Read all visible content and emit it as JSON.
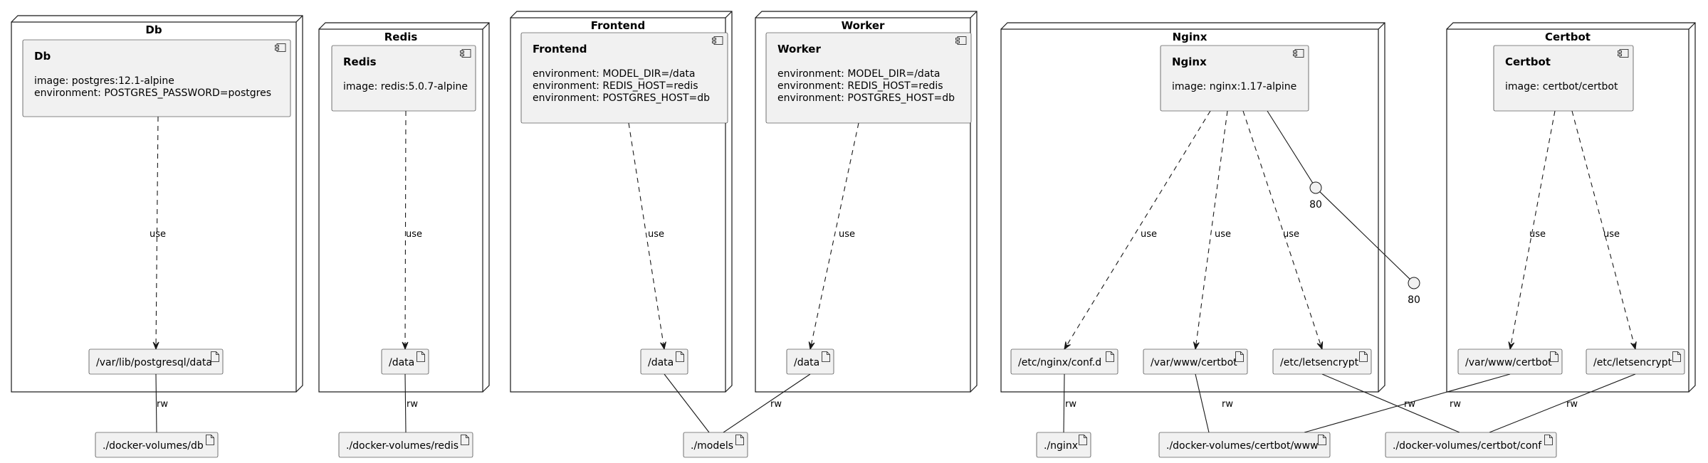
{
  "nodes": [
    {
      "id": "db",
      "title": "Db"
    },
    {
      "id": "redis",
      "title": "Redis"
    },
    {
      "id": "frontend",
      "title": "Frontend"
    },
    {
      "id": "worker",
      "title": "Worker"
    },
    {
      "id": "nginx",
      "title": "Nginx"
    },
    {
      "id": "certbot",
      "title": "Certbot"
    }
  ],
  "components": [
    {
      "id": "db",
      "title": "Db",
      "lines": [
        "image: postgres:12.1-alpine",
        "environment: POSTGRES_PASSWORD=postgres"
      ]
    },
    {
      "id": "redis",
      "title": "Redis",
      "lines": [
        "image: redis:5.0.7-alpine"
      ]
    },
    {
      "id": "frontend",
      "title": "Frontend",
      "lines": [
        "environment: MODEL_DIR=/data",
        "environment: REDIS_HOST=redis",
        "environment: POSTGRES_HOST=db"
      ]
    },
    {
      "id": "worker",
      "title": "Worker",
      "lines": [
        "environment: MODEL_DIR=/data",
        "environment: REDIS_HOST=redis",
        "environment: POSTGRES_HOST=db"
      ]
    },
    {
      "id": "nginx",
      "title": "Nginx",
      "lines": [
        "image: nginx:1.17-alpine"
      ]
    },
    {
      "id": "certbot",
      "title": "Certbot",
      "lines": [
        "image: certbot/certbot"
      ]
    }
  ],
  "artifacts": [
    {
      "id": "db_data",
      "label": "/var/lib/postgresql/data"
    },
    {
      "id": "redis_data",
      "label": "/data"
    },
    {
      "id": "frontend_data",
      "label": "/data"
    },
    {
      "id": "worker_data",
      "label": "/data"
    },
    {
      "id": "nginx_conf",
      "label": "/etc/nginx/conf.d"
    },
    {
      "id": "nginx_www",
      "label": "/var/www/certbot"
    },
    {
      "id": "nginx_le",
      "label": "/etc/letsencrypt"
    },
    {
      "id": "certbot_www",
      "label": "/var/www/certbot"
    },
    {
      "id": "certbot_le",
      "label": "/etc/letsencrypt"
    },
    {
      "id": "vol_db",
      "label": "./docker-volumes/db"
    },
    {
      "id": "vol_redis",
      "label": "./docker-volumes/redis"
    },
    {
      "id": "vol_models",
      "label": "./models"
    },
    {
      "id": "vol_nginx",
      "label": "./nginx"
    },
    {
      "id": "vol_www",
      "label": "./docker-volumes/certbot/www"
    },
    {
      "id": "vol_conf",
      "label": "./docker-volumes/certbot/conf"
    }
  ],
  "interfaces": [
    {
      "id": "port_inner",
      "label": "80"
    },
    {
      "id": "port_outer",
      "label": "80"
    }
  ],
  "relations": [
    {
      "id": "r1",
      "from": "db",
      "to": "db_data",
      "style": "dashed",
      "label": "use"
    },
    {
      "id": "r2",
      "from": "redis",
      "to": "redis_data",
      "style": "dashed",
      "label": "use"
    },
    {
      "id": "r3",
      "from": "frontend",
      "to": "frontend_data",
      "style": "dashed",
      "label": "use"
    },
    {
      "id": "r4",
      "from": "worker",
      "to": "worker_data",
      "style": "dashed",
      "label": "use"
    },
    {
      "id": "r5",
      "from": "nginx",
      "to": "nginx_conf",
      "style": "dashed",
      "label": "use"
    },
    {
      "id": "r6",
      "from": "nginx",
      "to": "nginx_www",
      "style": "dashed",
      "label": "use"
    },
    {
      "id": "r7",
      "from": "nginx",
      "to": "nginx_le",
      "style": "dashed",
      "label": "use"
    },
    {
      "id": "r8",
      "from": "certbot",
      "to": "certbot_www",
      "style": "dashed",
      "label": "use"
    },
    {
      "id": "r9",
      "from": "certbot",
      "to": "certbot_le",
      "style": "dashed",
      "label": "use"
    },
    {
      "id": "r10",
      "from": "db_data",
      "to": "vol_db",
      "style": "solid",
      "label": "rw"
    },
    {
      "id": "r11",
      "from": "redis_data",
      "to": "vol_redis",
      "style": "solid",
      "label": "rw"
    },
    {
      "id": "r12",
      "from": "frontend_data",
      "to": "vol_models",
      "style": "solid",
      "label": ""
    },
    {
      "id": "r13",
      "from": "worker_data",
      "to": "vol_models",
      "style": "solid",
      "label": "rw"
    },
    {
      "id": "r14",
      "from": "nginx_conf",
      "to": "vol_nginx",
      "style": "solid",
      "label": "rw"
    },
    {
      "id": "r15",
      "from": "nginx_www",
      "to": "vol_www",
      "style": "solid",
      "label": "rw"
    },
    {
      "id": "r16",
      "from": "nginx_le",
      "to": "vol_conf",
      "style": "solid",
      "label": "rw"
    },
    {
      "id": "r17",
      "from": "certbot_www",
      "to": "vol_www",
      "style": "solid",
      "label": "rw"
    },
    {
      "id": "r18",
      "from": "certbot_le",
      "to": "vol_conf",
      "style": "solid",
      "label": "rw"
    },
    {
      "id": "r19",
      "from": "nginx",
      "to": "port_inner",
      "style": "solid",
      "label": ""
    },
    {
      "id": "r20",
      "from": "port_inner",
      "to": "port_outer",
      "style": "solid",
      "label": ""
    }
  ]
}
